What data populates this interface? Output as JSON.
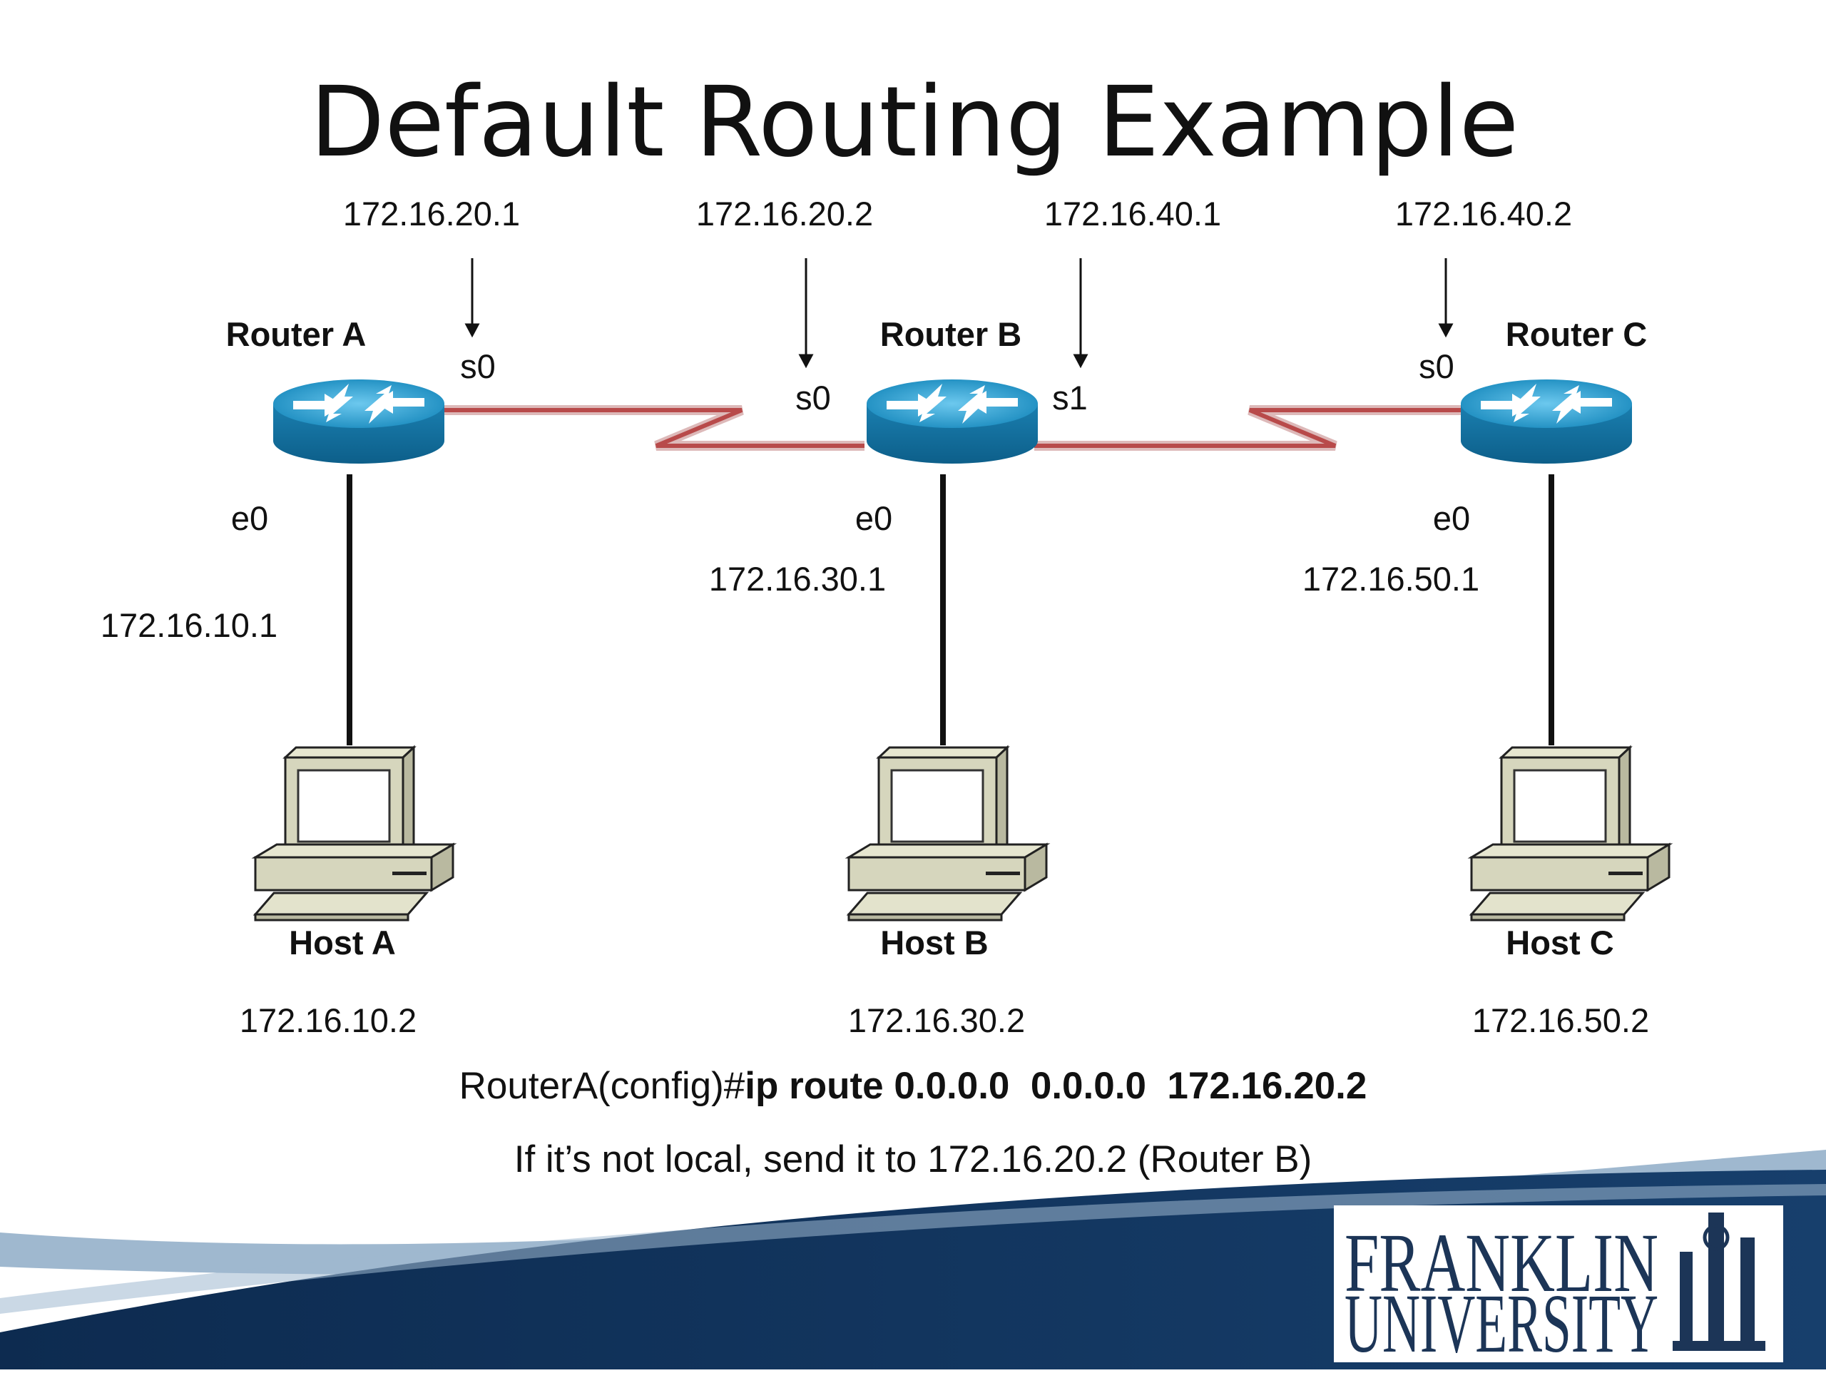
{
  "slide": {
    "title": "Default Routing Example",
    "routers": [
      {
        "label": "Router A"
      },
      {
        "label": "Router B"
      },
      {
        "label": "Router C"
      }
    ],
    "hosts": [
      {
        "label": "Host A",
        "ip": "172.16.10.2"
      },
      {
        "label": "Host B",
        "ip": "172.16.30.2"
      },
      {
        "label": "Host C",
        "ip": "172.16.50.2"
      }
    ],
    "serial_ips": [
      "172.16.20.1",
      "172.16.20.2",
      "172.16.40.1",
      "172.16.40.2"
    ],
    "interfaces": {
      "a_s0": "s0",
      "b_s0": "s0",
      "b_s1": "s1",
      "c_s0": "s0",
      "a_e0": "e0",
      "b_e0": "e0",
      "c_e0": "e0"
    },
    "ethernet_ips": [
      "172.16.10.1",
      "172.16.30.1",
      "172.16.50.1"
    ],
    "command": {
      "prompt": "RouterA(config)#",
      "text": "ip route 0.0.0.0  0.0.0.0  172.16.20.2"
    },
    "note": "If it’s not local, send it to 172.16.20.2 (Router B)",
    "logo": {
      "line1": "FRANKLIN",
      "line2": "UNIVERSITY"
    },
    "colors": {
      "serial_link": "#b84a4a",
      "router_body": "#1586b8",
      "banner_dark": "#10325a",
      "banner_light": "#7b9dbd"
    }
  }
}
